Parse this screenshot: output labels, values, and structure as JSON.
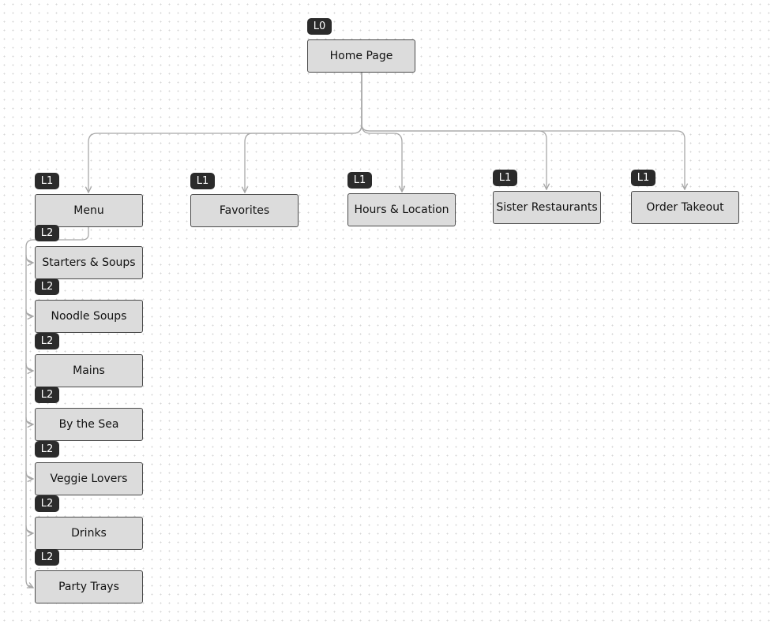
{
  "diagram": {
    "root": {
      "label": "Home Page",
      "level": "L0"
    },
    "level1": [
      {
        "label": "Menu",
        "level": "L1"
      },
      {
        "label": "Favorites",
        "level": "L1"
      },
      {
        "label": "Hours & Location",
        "level": "L1"
      },
      {
        "label": "Sister Restaurants",
        "level": "L1"
      },
      {
        "label": "Order Takeout",
        "level": "L1"
      }
    ],
    "menu_children": [
      {
        "label": "Starters & Soups",
        "level": "L2"
      },
      {
        "label": "Noodle Soups",
        "level": "L2"
      },
      {
        "label": "Mains",
        "level": "L2"
      },
      {
        "label": "By the Sea",
        "level": "L2"
      },
      {
        "label": "Veggie Lovers",
        "level": "L2"
      },
      {
        "label": "Drinks",
        "level": "L2"
      },
      {
        "label": "Party Trays",
        "level": "L2"
      }
    ],
    "colors": {
      "node_fill": "#dcdcdc",
      "badge": "#2b2b2b",
      "connector": "#a8a8a8"
    }
  }
}
